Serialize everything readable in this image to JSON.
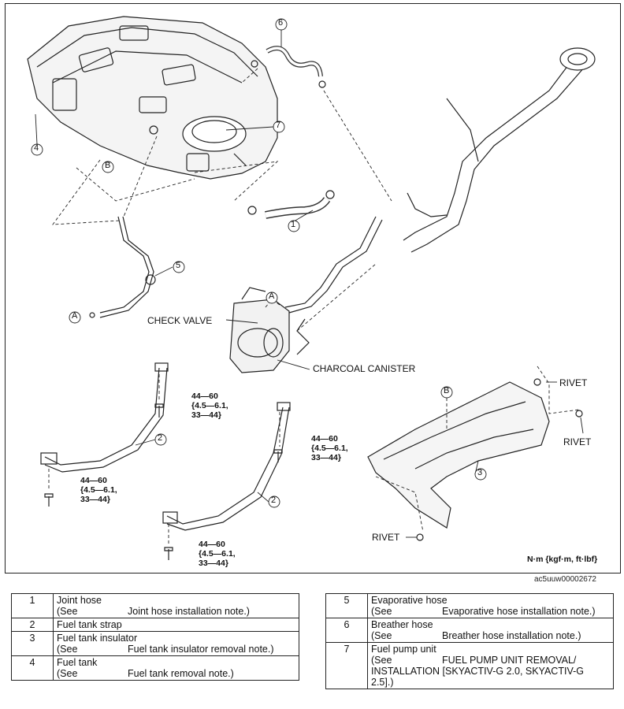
{
  "labels": {
    "check_valve": "CHECK VALVE",
    "charcoal_canister": "CHARCOAL CANISTER",
    "rivet": "RIVET",
    "unit_note": "N·m {kgf·m, ft·lbf}",
    "image_code": "ac5uuw00002672",
    "callout_a": "A",
    "callout_b": "B"
  },
  "torque": {
    "line1": "44—60",
    "line2": "{4.5—6.1,",
    "line3": "33—44}"
  },
  "callouts": [
    "1",
    "2",
    "3",
    "4",
    "5",
    "6",
    "7"
  ],
  "legend_left": [
    {
      "num": "1",
      "name": "Joint hose",
      "see": "(See",
      "note": "Joint hose installation note.)"
    },
    {
      "num": "2",
      "name": "Fuel tank strap",
      "see": "",
      "note": ""
    },
    {
      "num": "3",
      "name": "Fuel tank insulator",
      "see": "(See",
      "note": "Fuel tank insulator removal note.)"
    },
    {
      "num": "4",
      "name": "Fuel tank",
      "see": "(See",
      "note": "Fuel tank removal note.)"
    }
  ],
  "legend_right": [
    {
      "num": "5",
      "name": "Evaporative hose",
      "see": "(See",
      "note": "Evaporative hose installation note.)"
    },
    {
      "num": "6",
      "name": "Breather hose",
      "see": "(See",
      "note": "Breather hose installation note.)"
    },
    {
      "num": "7",
      "name": "Fuel pump unit",
      "see": "(See",
      "note": "FUEL PUMP UNIT REMOVAL/",
      "note2": "INSTALLATION [SKYACTIV-G 2.0, SKYACTIV-G",
      "note3": "2.5].)"
    }
  ]
}
